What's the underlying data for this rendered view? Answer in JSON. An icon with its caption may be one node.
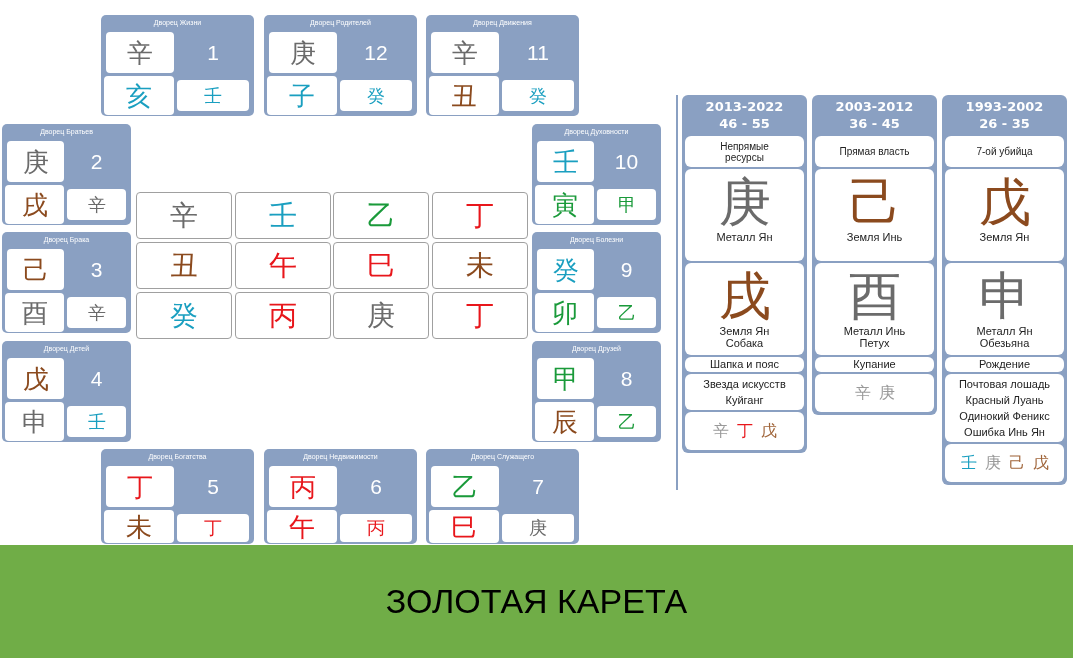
{
  "diagram": {
    "nodes": [
      {
        "text": [
          "Дворец Жизни",
          "1"
        ]
      },
      {
        "text": [
          "辛"
        ],
        "in": 0
      },
      {
        "text": [
          "亥"
        ],
        "in": 0
      },
      {
        "text": [
          "壬"
        ],
        "in": 0
      },
      {
        "text": [
          "Дворец Родителей",
          "12"
        ]
      },
      {
        "text": [
          "庚"
        ],
        "in": 4
      },
      {
        "text": [
          "子"
        ],
        "in": 4
      },
      {
        "text": [
          "癸"
        ],
        "in": 4
      },
      {
        "text": [
          "Дворец Движения",
          "11"
        ]
      },
      {
        "text": [
          "辛"
        ],
        "in": 8
      },
      {
        "text": [
          "丑"
        ],
        "in": 8
      },
      {
        "text": [
          "癸"
        ],
        "in": 8
      },
      {
        "text": [
          "Дворец Братьев",
          "2"
        ]
      },
      {
        "text": [
          "庚"
        ],
        "in": 12
      },
      {
        "text": [
          "戌"
        ],
        "in": 12
      },
      {
        "text": [
          "辛"
        ],
        "in": 12
      },
      {
        "text": [
          "Дворец Брака",
          "3"
        ]
      },
      {
        "text": [
          "己"
        ],
        "in": 16
      },
      {
        "text": [
          "酉"
        ],
        "in": 16
      },
      {
        "text": [
          "辛"
        ],
        "in": 16
      },
      {
        "text": [
          "Дворец Детей",
          "4"
        ]
      },
      {
        "text": [
          "戊"
        ],
        "in": 20
      },
      {
        "text": [
          "申"
        ],
        "in": 20
      },
      {
        "text": [
          "壬"
        ],
        "in": 20
      },
      {
        "text": [
          "Дворец Духовности",
          "10"
        ]
      },
      {
        "text": [
          "壬"
        ],
        "in": 24
      },
      {
        "text": [
          "寅"
        ],
        "in": 24
      },
      {
        "text": [
          "甲"
        ],
        "in": 24
      },
      {
        "text": [
          "Дворец Болезни",
          "9"
        ]
      },
      {
        "text": [
          "癸"
        ],
        "in": 28
      },
      {
        "text": [
          "卯"
        ],
        "in": 28
      },
      {
        "text": [
          "乙"
        ],
        "in": 28
      },
      {
        "text": [
          "Дворец Друзей",
          "8"
        ]
      },
      {
        "text": [
          "甲"
        ],
        "in": 32
      },
      {
        "text": [
          "辰"
        ],
        "in": 32
      },
      {
        "text": [
          "乙"
        ],
        "in": 32
      },
      {
        "text": [
          "Дворец Богатства",
          "5"
        ]
      },
      {
        "text": [
          "丁"
        ],
        "in": 36
      },
      {
        "text": [
          "未"
        ],
        "in": 36
      },
      {
        "text": [
          "丁"
        ],
        "in": 36
      },
      {
        "text": [
          "Дворец Недвижимости",
          "6"
        ]
      },
      {
        "text": [
          "丙"
        ],
        "in": 40
      },
      {
        "text": [
          "午"
        ],
        "in": 40
      },
      {
        "text": [
          "丙"
        ],
        "in": 40
      },
      {
        "text": [
          "Дворец Служащего",
          "7"
        ]
      },
      {
        "text": [
          "乙"
        ],
        "in": 44
      },
      {
        "text": [
          "巳"
        ],
        "in": 44
      },
      {
        "text": [
          "庚"
        ],
        "in": 44
      },
      {
        "text": [
          "辛"
        ]
      },
      {
        "text": [
          "壬"
        ]
      },
      {
        "text": [
          "乙"
        ]
      },
      {
        "text": [
          "丁"
        ]
      },
      {
        "text": [
          "丑"
        ]
      },
      {
        "text": [
          "午"
        ]
      },
      {
        "text": [
          "巳"
        ]
      },
      {
        "text": [
          "未"
        ]
      },
      {
        "text": [
          "癸"
        ]
      },
      {
        "text": [
          "丙"
        ]
      },
      {
        "text": [
          "庚"
        ]
      },
      {
        "text": [
          "丁"
        ]
      },
      {
        "text": [
          "2013-2022",
          "46 - 55"
        ]
      },
      {
        "text": [
          "Непрямые ресурсы"
        ],
        "in": 60
      },
      {
        "text": [
          "庚",
          "Металл Ян"
        ],
        "in": 60
      },
      {
        "text": [
          "戌",
          "Земля Ян",
          "Собака"
        ],
        "in": 60
      },
      {
        "text": [
          "Шапка и пояс"
        ],
        "in": 60
      },
      {
        "text": [
          "Звезда искусств",
          "Куйганг"
        ],
        "in": 60
      },
      {
        "text": [
          "辛",
          "丁",
          "戊"
        ],
        "in": 60
      },
      {
        "text": [
          "2003-2012",
          "36 - 45"
        ]
      },
      {
        "text": [
          "Прямая власть"
        ],
        "in": 67
      },
      {
        "text": [
          "己",
          "Земля Инь"
        ],
        "in": 67
      },
      {
        "text": [
          "酉",
          "Металл Инь",
          "Петух"
        ],
        "in": 67
      },
      {
        "text": [
          "Купание"
        ],
        "in": 67
      },
      {
        "text": [
          "辛",
          "庚"
        ],
        "in": 67
      },
      {
        "text": [
          "1993-2002",
          "26 - 35"
        ]
      },
      {
        "text": [
          "7-ой убийца"
        ],
        "in": 73
      },
      {
        "text": [
          "戊",
          "Земля Ян"
        ],
        "in": 73
      },
      {
        "text": [
          "申",
          "Металл Ян",
          "Обезьяна"
        ],
        "in": 73
      },
      {
        "text": [
          "Рождение"
        ],
        "in": 73
      },
      {
        "text": [
          "Почтовая лошадь",
          "Красный Луань",
          "Одинокий Феникс",
          "Ошибка Инь Ян"
        ],
        "in": 73
      },
      {
        "text": [
          "壬",
          "庚",
          "己",
          "戊"
        ],
        "in": 73
      },
      {
        "text": [
          "ЗОЛОТАЯ КАРЕТА"
        ]
      }
    ]
  }
}
